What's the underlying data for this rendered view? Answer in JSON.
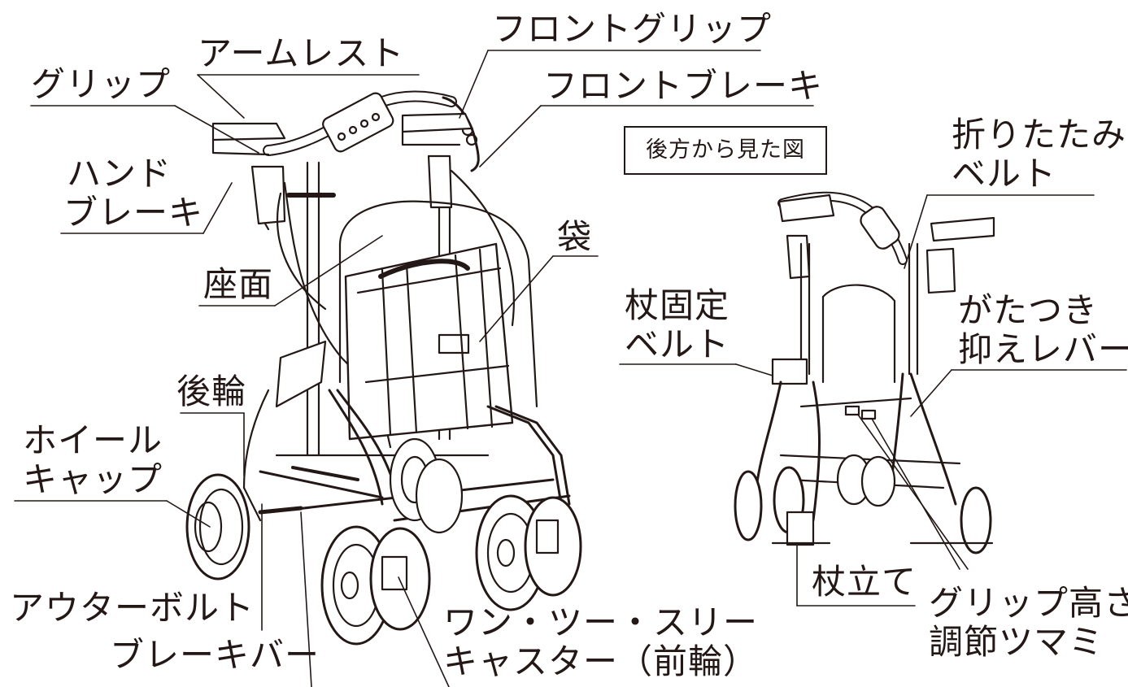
{
  "view_note": "後方から見た図",
  "labels": {
    "armrest": "アームレスト",
    "front_grip": "フロントグリップ",
    "grip": "グリップ",
    "front_brake": "フロントブレーキ",
    "hand_brake_1": "ハンド",
    "hand_brake_2": "ブレーキ",
    "bag": "袋",
    "seat": "座面",
    "rear_wheel": "後輪",
    "wheel_cap_1": "ホイール",
    "wheel_cap_2": "キャップ",
    "outer_bolt": "アウターボルト",
    "brake_bar": "ブレーキバー",
    "caster_1": "ワン・ツー・スリー",
    "caster_2": "キャスター（前輪）",
    "fold_belt_1": "折りたたみ",
    "fold_belt_2": "ベルト",
    "cane_belt_1": "杖固定",
    "cane_belt_2": "ベルト",
    "rattle_lever_1": "がたつき",
    "rattle_lever_2": "抑えレバー",
    "cane_stand": "杖立て",
    "grip_height_1": "グリップ高さ",
    "grip_height_2": "調節ツマミ"
  }
}
